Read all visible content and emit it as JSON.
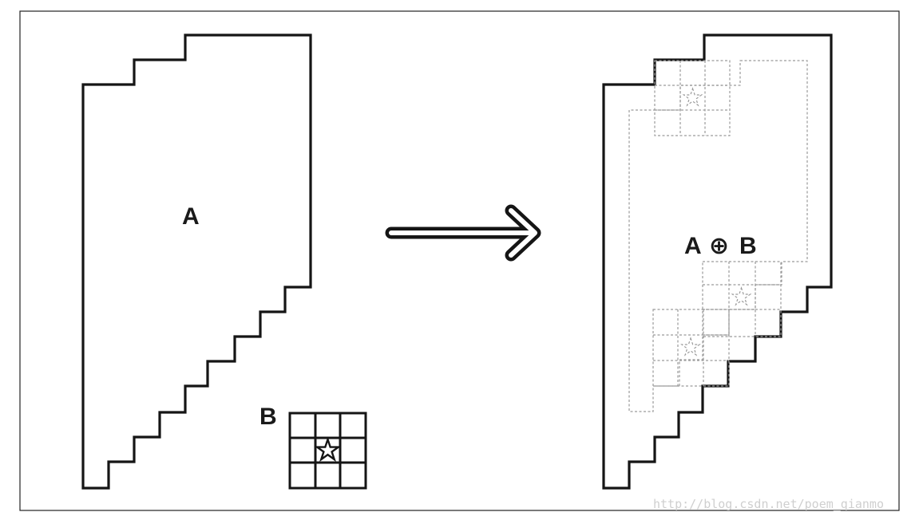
{
  "labels": {
    "set_a": "A",
    "set_b": "B",
    "dilation_a": "A",
    "dilation_op": "⊕",
    "dilation_b": "B"
  },
  "watermark": "http://blog.csdn.net/poem_qianmo",
  "colors": {
    "stroke": "#151515",
    "dashed": "#9a9a9a",
    "watermark": "#cfcfcf",
    "background": "#ffffff"
  }
}
